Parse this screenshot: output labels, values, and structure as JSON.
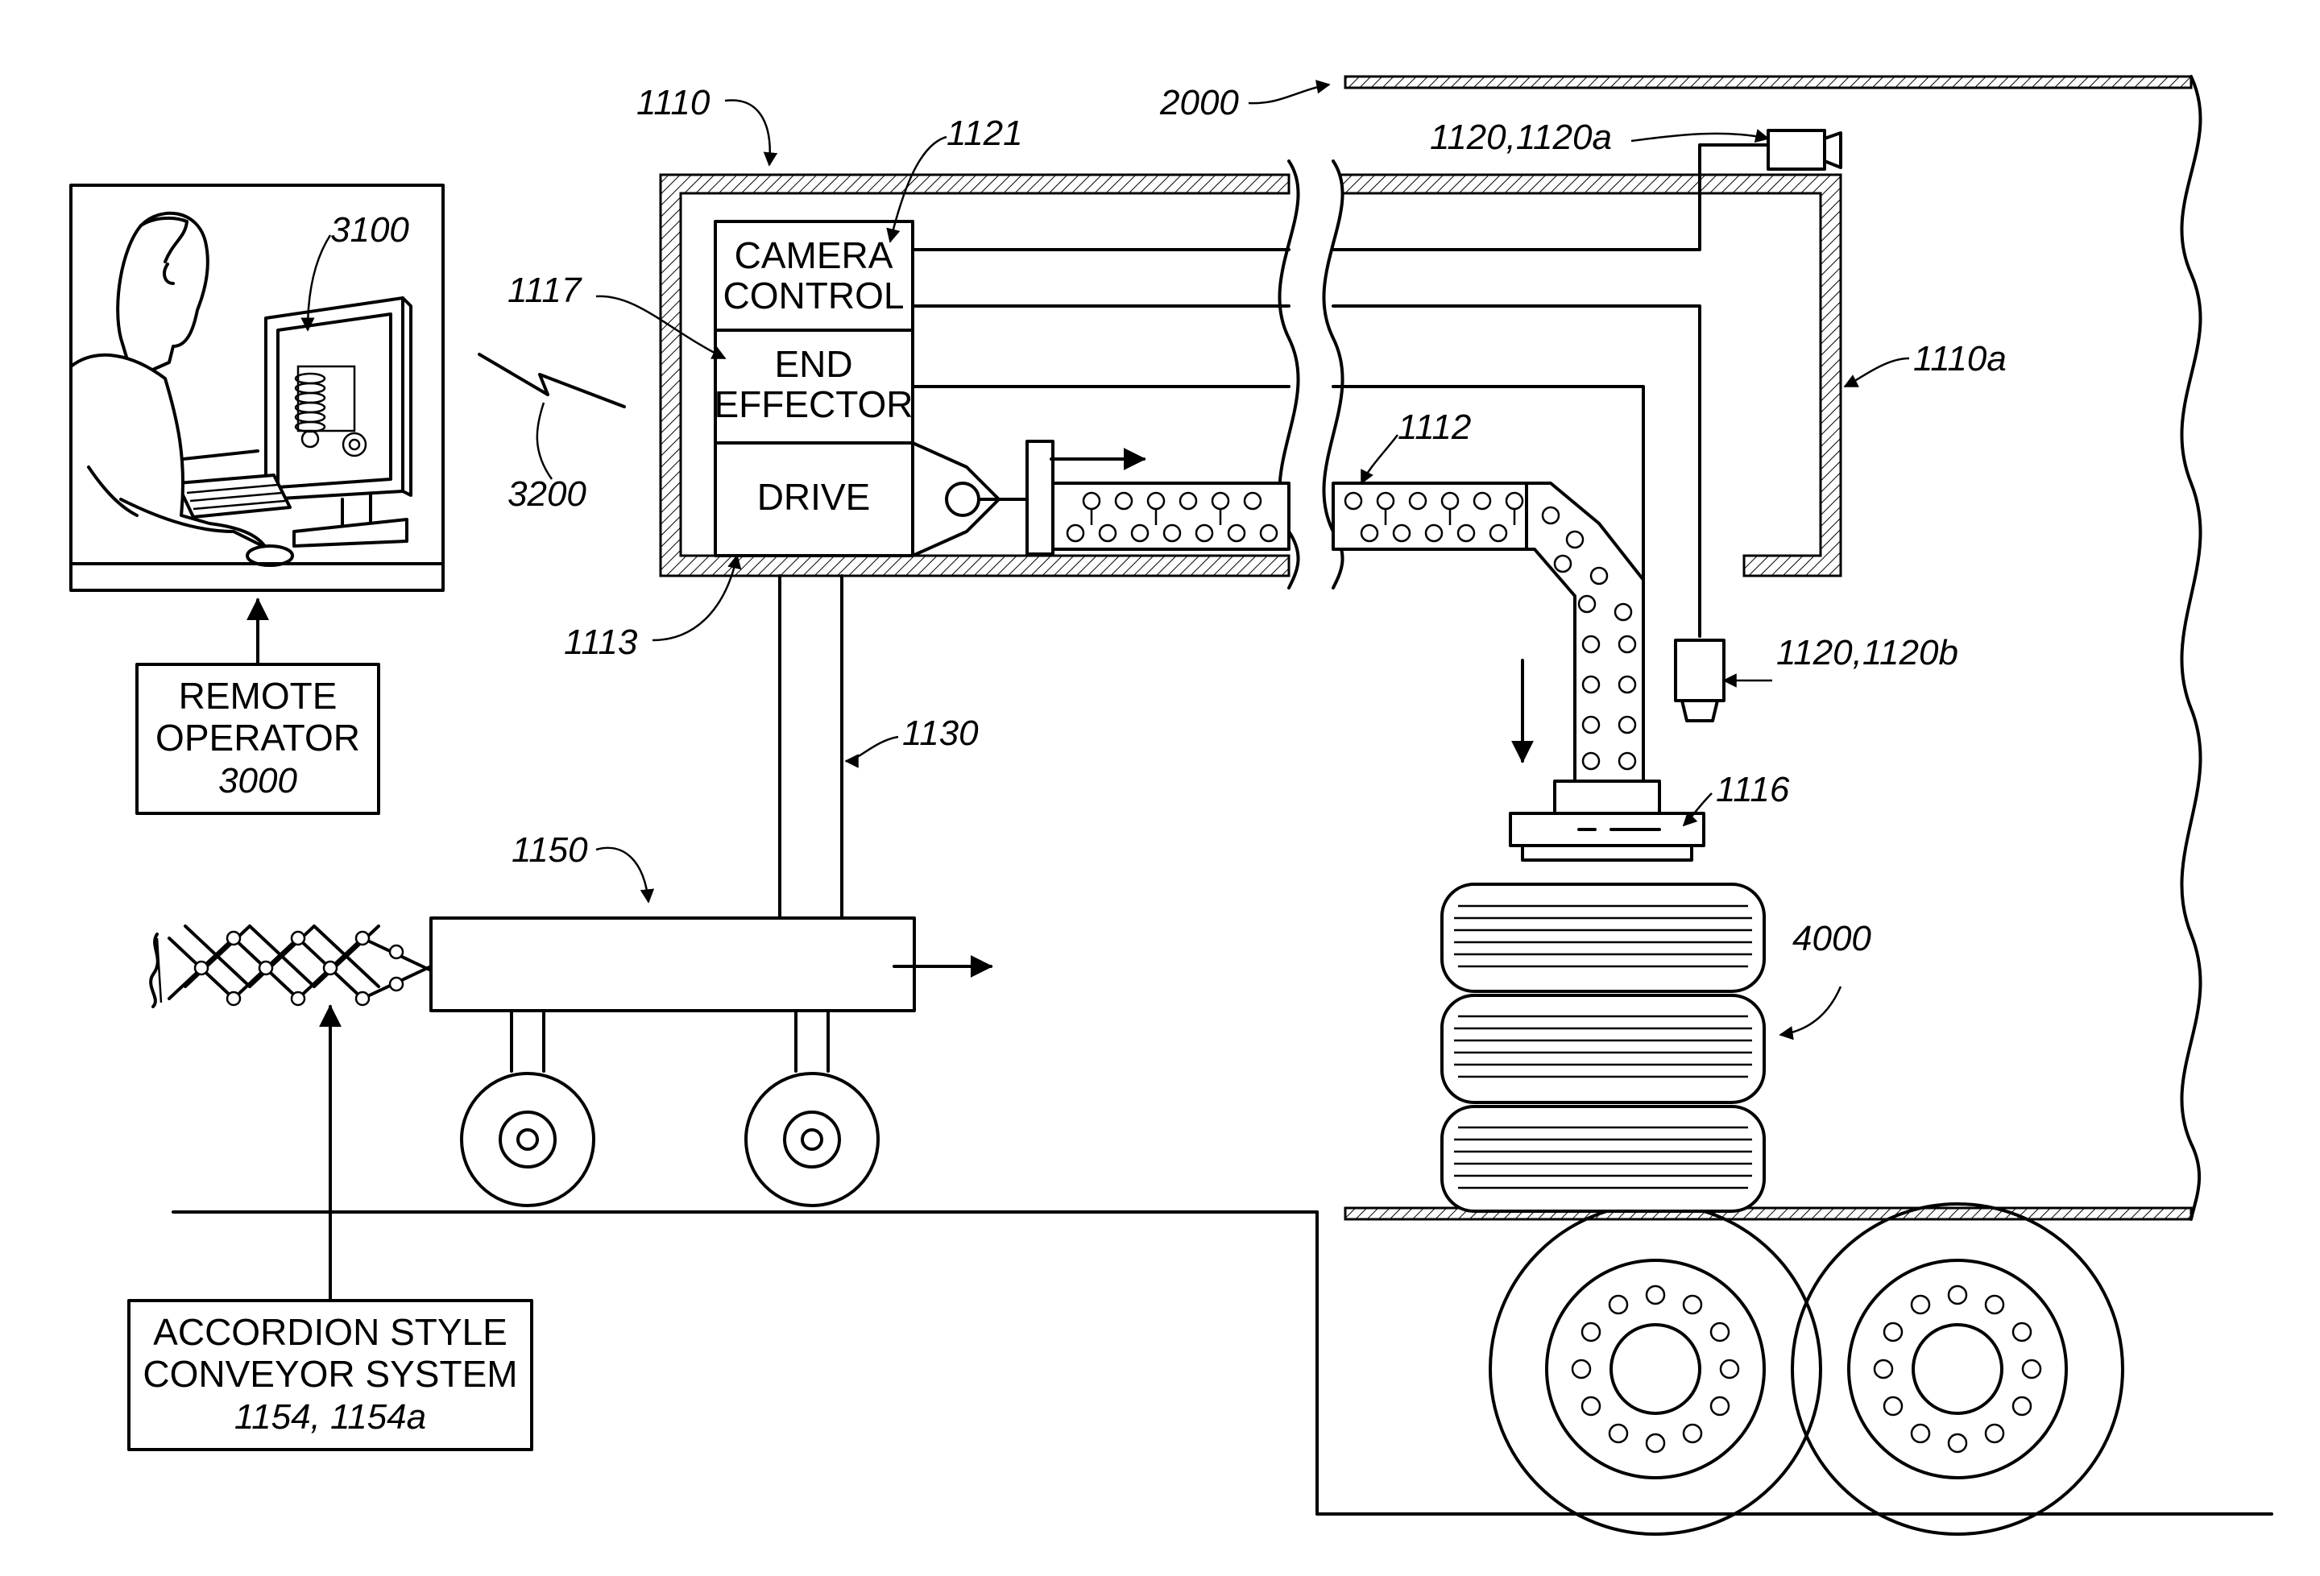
{
  "labels": {
    "camera_control": [
      "CAMERA",
      "CONTROL"
    ],
    "end_effector": [
      "END",
      "EFFECTOR"
    ],
    "drive": "DRIVE",
    "remote_operator": [
      "REMOTE",
      "OPERATOR",
      "3000"
    ],
    "conveyor": [
      "ACCORDION STYLE",
      "CONVEYOR SYSTEM",
      "1154, 1154a"
    ]
  },
  "refs": {
    "r1110": "1110",
    "r1121": "1121",
    "r2000": "2000",
    "r1120a": "1120,1120a",
    "r3100": "3100",
    "r1117": "1117",
    "r1110a": "1110a",
    "r3200": "3200",
    "r1112": "1112",
    "r1113": "1113",
    "r1120b": "1120,1120b",
    "r1130": "1130",
    "r1116": "1116",
    "r1150": "1150",
    "r4000": "4000"
  }
}
